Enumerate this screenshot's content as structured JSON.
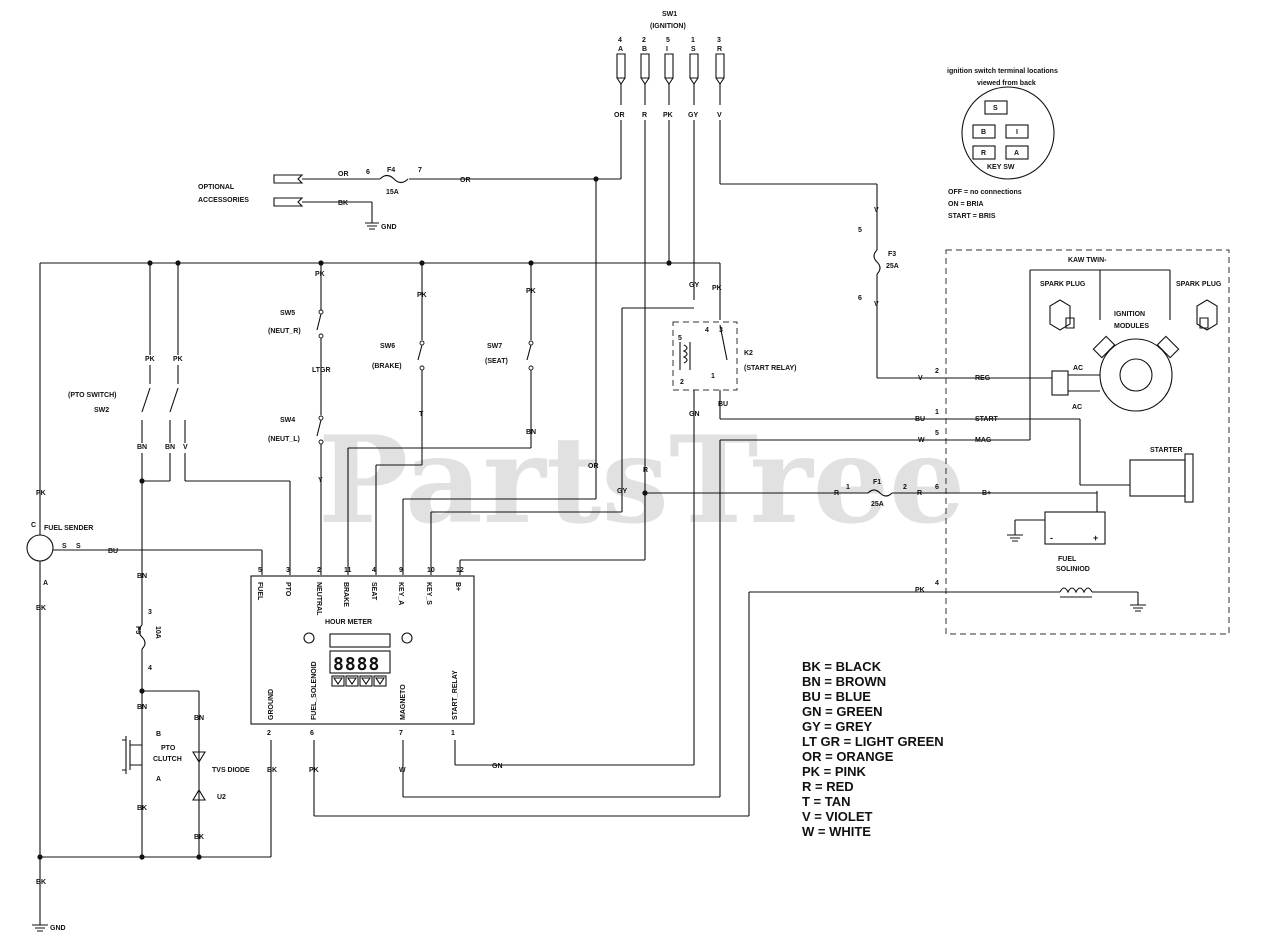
{
  "watermark": "PartsTree",
  "sw1": {
    "title": "SW1",
    "subtitle": "(IGNITION)",
    "pins": [
      {
        "num": "4",
        "letter": "A",
        "wire": "OR"
      },
      {
        "num": "2",
        "letter": "B",
        "wire": "R"
      },
      {
        "num": "5",
        "letter": "I",
        "wire": "PK"
      },
      {
        "num": "1",
        "letter": "S",
        "wire": "GY"
      },
      {
        "num": "3",
        "letter": "R",
        "wire": "V"
      }
    ]
  },
  "key_switch": {
    "caption_line1": "ignition switch terminal locations",
    "caption_line2": "viewed from back",
    "terminals": [
      "S",
      "B",
      "I",
      "R",
      "A"
    ],
    "label": "KEY SW",
    "states": [
      "OFF = no connections",
      "ON = BRIA",
      "START = BRIS"
    ]
  },
  "accessories": {
    "label1": "OPTIONAL",
    "label2": "ACCESSORIES",
    "or_wire": "OR",
    "bk_wire": "BK",
    "pin6": "6",
    "fuse": "F4",
    "fuse_rating": "15A",
    "pin7": "7",
    "or2": "OR",
    "gnd": "GND"
  },
  "f3": {
    "name": "F3",
    "rating": "25A",
    "wire_top": "V",
    "wire_bottom": "V",
    "pin_top": "5",
    "pin_bottom": "6"
  },
  "engine": {
    "title": "KAW TWIN-",
    "spark_left": "SPARK PLUG",
    "spark_right": "SPARK PLUG",
    "modules1": "IGNITION",
    "modules2": "MODULES",
    "ac_top": "AC",
    "ac_bottom": "AC",
    "reg_pin": "2",
    "reg": "REG",
    "reg_wire": "V",
    "start_pin": "1",
    "start": "START",
    "start_wire": "BU",
    "mag_pin": "5",
    "mag": "MAG",
    "mag_wire": "W",
    "starter": "STARTER",
    "fuel_sol1": "FUEL",
    "fuel_sol2": "SOLINIOD",
    "fuel_sol_pin": "4",
    "fuel_sol_wire": "PK",
    "bplus": "B+",
    "battery_minus": "-",
    "battery_plus": "+"
  },
  "f1": {
    "name": "F1",
    "rating": "25A",
    "pin1": "1",
    "pin2": "2",
    "pin6": "6",
    "wire_left": "R",
    "wire_right": "R"
  },
  "k2": {
    "name": "K2",
    "desc": "(START RELAY)",
    "pins": [
      "5",
      "4",
      "3",
      "2",
      "1"
    ],
    "wire_gy": "GY",
    "wire_pk": "PK",
    "wire_gn": "GN",
    "wire_bu": "BU"
  },
  "switches": {
    "sw5": {
      "name": "SW5",
      "desc": "(NEUT_R)"
    },
    "sw4": {
      "name": "SW4",
      "desc": "(NEUT_L)"
    },
    "sw6": {
      "name": "SW6",
      "desc": "(BRAKE)"
    },
    "sw7": {
      "name": "SW7",
      "desc": "(SEAT)"
    },
    "sw2": {
      "name": "SW2",
      "desc": "(PTO SWITCH)"
    }
  },
  "wire_labels": {
    "pk": "PK",
    "ltgr": "LTGR",
    "y": "Y",
    "t": "T",
    "bn": "BN",
    "or": "OR",
    "r": "R",
    "gy": "GY",
    "v": "V",
    "bk": "BK",
    "bu": "BU",
    "w": "W",
    "gn": "GN"
  },
  "fuel_sender": {
    "label": "FUEL SENDER",
    "c": "C",
    "s_pin": "S",
    "s2": "S",
    "a": "A",
    "wire": "BU"
  },
  "pto": {
    "fuse": "F5",
    "rating": "10A",
    "pin3": "3",
    "pin4": "4",
    "clutch1": "PTO",
    "clutch2": "CLUTCH",
    "b": "B",
    "a": "A",
    "tvs": "TVS DIODE",
    "u2": "U2"
  },
  "hour_meter": {
    "title": "HOUR METER",
    "top_pins": [
      {
        "num": "5",
        "name": "FUEL"
      },
      {
        "num": "3",
        "name": "PTO"
      },
      {
        "num": "2",
        "name": "NEUTRAL"
      },
      {
        "num": "11",
        "name": "BRAKE"
      },
      {
        "num": "4",
        "name": "SEAT"
      },
      {
        "num": "9",
        "name": "KEY_A"
      },
      {
        "num": "10",
        "name": "KEY_S"
      },
      {
        "num": "12",
        "name": "B+"
      }
    ],
    "bottom_pins": [
      {
        "num": "2",
        "name": "GROUND"
      },
      {
        "num": "6",
        "name": "FUEL_SOLENOID"
      },
      {
        "num": "7",
        "name": "MAGNETO"
      },
      {
        "num": "1",
        "name": "START_RELAY"
      }
    ],
    "digits": "8888"
  },
  "gnd_bottom": "GND",
  "legend": [
    "BK = BLACK",
    "BN = BROWN",
    "BU = BLUE",
    "GN = GREEN",
    "GY = GREY",
    "LT GR = LIGHT GREEN",
    "OR = ORANGE",
    "PK = PINK",
    "R = RED",
    "T = TAN",
    "V = VIOLET",
    "W = WHITE"
  ]
}
